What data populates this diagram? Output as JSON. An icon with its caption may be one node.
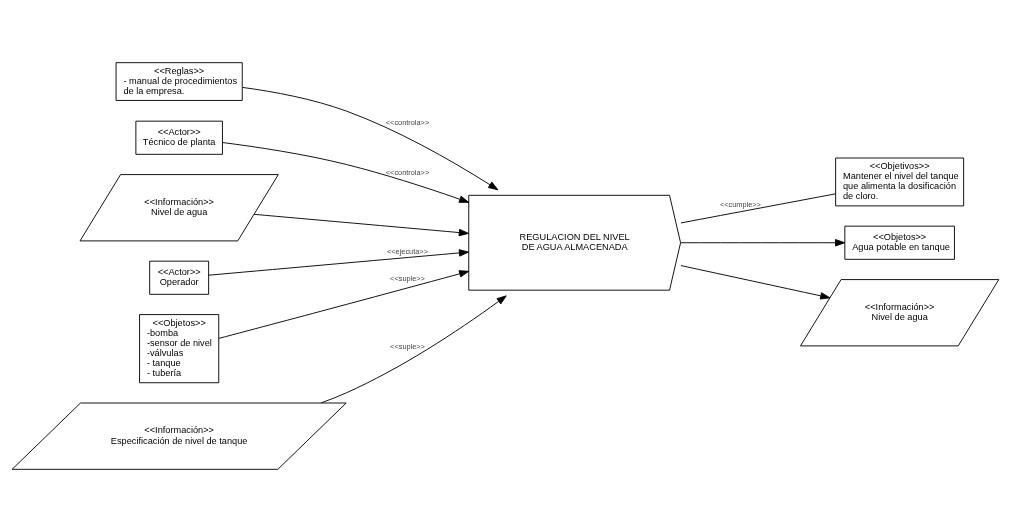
{
  "diagram": {
    "nodes": [
      {
        "text": [
          "<<Reglas>>",
          "- manual de procedimientos de la empresa."
        ]
      },
      {
        "text": [
          "<<Actor>>",
          "Técnico de planta"
        ]
      },
      {
        "text": [
          "<<Objetivos>>",
          "Mantener el nivel del tanque que alimenta la dosificación de cloro."
        ]
      },
      {
        "text": [
          "<<Objetos>>",
          "Agua potable en tanque"
        ]
      },
      {
        "text": [
          "REGULACION DEL NIVEL DE AGUA ALMACENADA"
        ]
      },
      {
        "text": [
          "<<Información>>",
          "Nivel de agua"
        ]
      },
      {
        "text": [
          "<<Información>>",
          "Nivel de agua"
        ]
      },
      {
        "text": [
          "<<Actor>>",
          "Operador"
        ]
      },
      {
        "text": [
          "<<Objetos>>",
          "-bomba",
          "-sensor de nivel",
          "-válvulas",
          "- tanque",
          "- tubería"
        ]
      },
      {
        "text": [
          "<<Información>>",
          "Especificación de nivel de tanque"
        ]
      }
    ],
    "edges": [
      {
        "from": 0,
        "to": 4,
        "arrow": "to",
        "label": "<<controla>>"
      },
      {
        "from": 1,
        "to": 4,
        "arrow": "to",
        "label": "<<controla>>"
      },
      {
        "from": 4,
        "to": 2,
        "arrow": "none",
        "label": "<<cumple>>"
      },
      {
        "from": 4,
        "to": 3,
        "arrow": "to"
      },
      {
        "from": 5,
        "to": 4,
        "arrow": "to"
      },
      {
        "from": 4,
        "to": 6,
        "arrow": "to"
      },
      {
        "from": 7,
        "to": 4,
        "arrow": "to",
        "label": "<<ejecuta>>"
      },
      {
        "from": 8,
        "to": 4,
        "arrow": "to",
        "label": "<<suple>>"
      },
      {
        "from": 9,
        "to": 4,
        "arrow": "to",
        "label": "<<suple>>"
      }
    ]
  }
}
